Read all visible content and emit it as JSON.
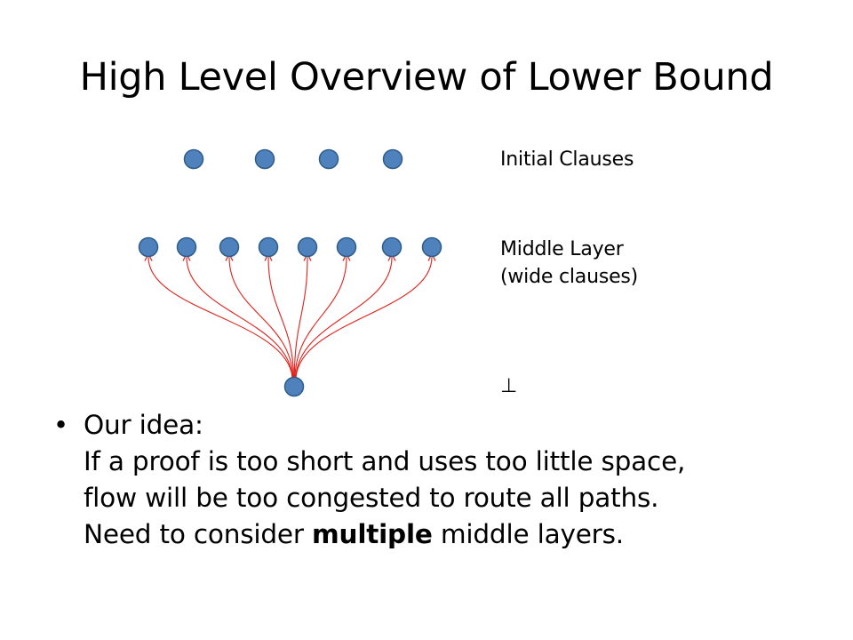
{
  "slide": {
    "title": "High Level Overview of Lower Bound"
  },
  "diagram": {
    "labels": {
      "initial": "Initial  Clauses",
      "middle_line1": "Middle Layer",
      "middle_line2": "(wide clauses)",
      "bottom": "⊥"
    },
    "colors": {
      "node_fill": "#4F81BD",
      "node_stroke": "#2E5C8A",
      "arrow": "#E0201B"
    },
    "initial_node_count": 4,
    "middle_node_count": 8
  },
  "bullet": {
    "marker": "•",
    "line1": "Our idea:",
    "line2": "If a proof is too short and uses too little space,",
    "line3": "flow will be too congested to route all paths.",
    "line4_pre": "Need to consider ",
    "line4_bold": "multiple",
    "line4_post": " middle layers."
  }
}
